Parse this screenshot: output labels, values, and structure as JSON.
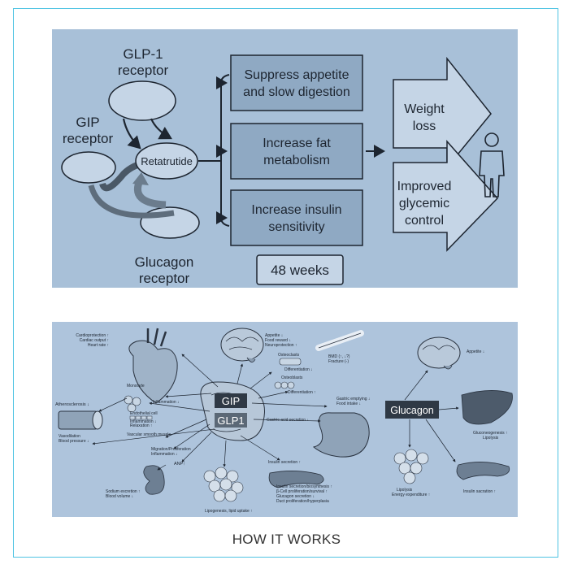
{
  "top": {
    "receptors": {
      "glp1": [
        "GLP-1",
        "receptor"
      ],
      "gip": [
        "GIP",
        "receptor"
      ],
      "glucagon": [
        "Glucagon",
        "receptor"
      ]
    },
    "drug": "Retatrutide",
    "effects": [
      [
        "Suppress appetite",
        "and slow digestion"
      ],
      [
        "Increase fat",
        "metabolism"
      ],
      [
        "Increase insulin",
        "sensitivity"
      ]
    ],
    "duration": "48 weeks",
    "outcomes": [
      [
        "Weight",
        "loss"
      ],
      [
        "Improved",
        "glycemic",
        "control"
      ]
    ],
    "person_icon": "person-icon"
  },
  "bottom": {
    "hub_gip": "GIP",
    "hub_glp1": "GLP1",
    "heart": [
      "Cardioprotection ↑",
      "Cardiac output ↑",
      "Heart rate ↑"
    ],
    "brain": [
      "Appetite ↓",
      "Food reward ↓",
      "Neuroprotection ↑"
    ],
    "osteoclasts": [
      "Osteoclasts",
      "Differentiation ↓"
    ],
    "osteoblasts": [
      "Osteoblasts",
      "Differentiation ↑"
    ],
    "bone": [
      "BMD (↑, ↓?)",
      "Fracture (-)"
    ],
    "monocyte": [
      "Monocyte",
      "Inflammation ↓",
      "Endothelial cell",
      "Inflammation ↓",
      "Relaxation ↑",
      "Vascular smooth muscle"
    ],
    "migration": [
      "Migration/Proliferation",
      "Inflammation ↓"
    ],
    "atherosclerosis": "Atherosclerosis ↓",
    "vessel": [
      "Vasodilation",
      "Blood pressure ↓"
    ],
    "anp": "ANP↑",
    "kidney": [
      "Sodium excretion ↑",
      "Blood volume ↓"
    ],
    "stomach": [
      "Gastric emptying ↓",
      "Food intake ↓"
    ],
    "gastric_acid": "Gastric acid secretion ↓",
    "insulin_secretion": "Insulin secretion ↑",
    "pancreas": [
      "Insulin secretion/biosynthesis ↑",
      "β-Cell proliferation/survival ↑",
      "Glucagon secretion ↓",
      "Duct proliferation/hyperplasia"
    ],
    "adipose": "Lipogenesis, lipid uptake ↑",
    "glucagon_hub": "Glucagon",
    "g_brain": "Appetite ↓",
    "g_liver": [
      "Gluconeogenesis ↑",
      "Lipolysis"
    ],
    "g_adipose": [
      "Lipolysis",
      "Energy expenditure ↑"
    ],
    "g_pancreas": "Insulin sacration ↑"
  },
  "caption": "HOW IT WORKS",
  "colors": {
    "panel": "#a8c0d8",
    "box": "#8fa9c3",
    "border": "#2a3340",
    "frame": "#4fc3e3"
  }
}
